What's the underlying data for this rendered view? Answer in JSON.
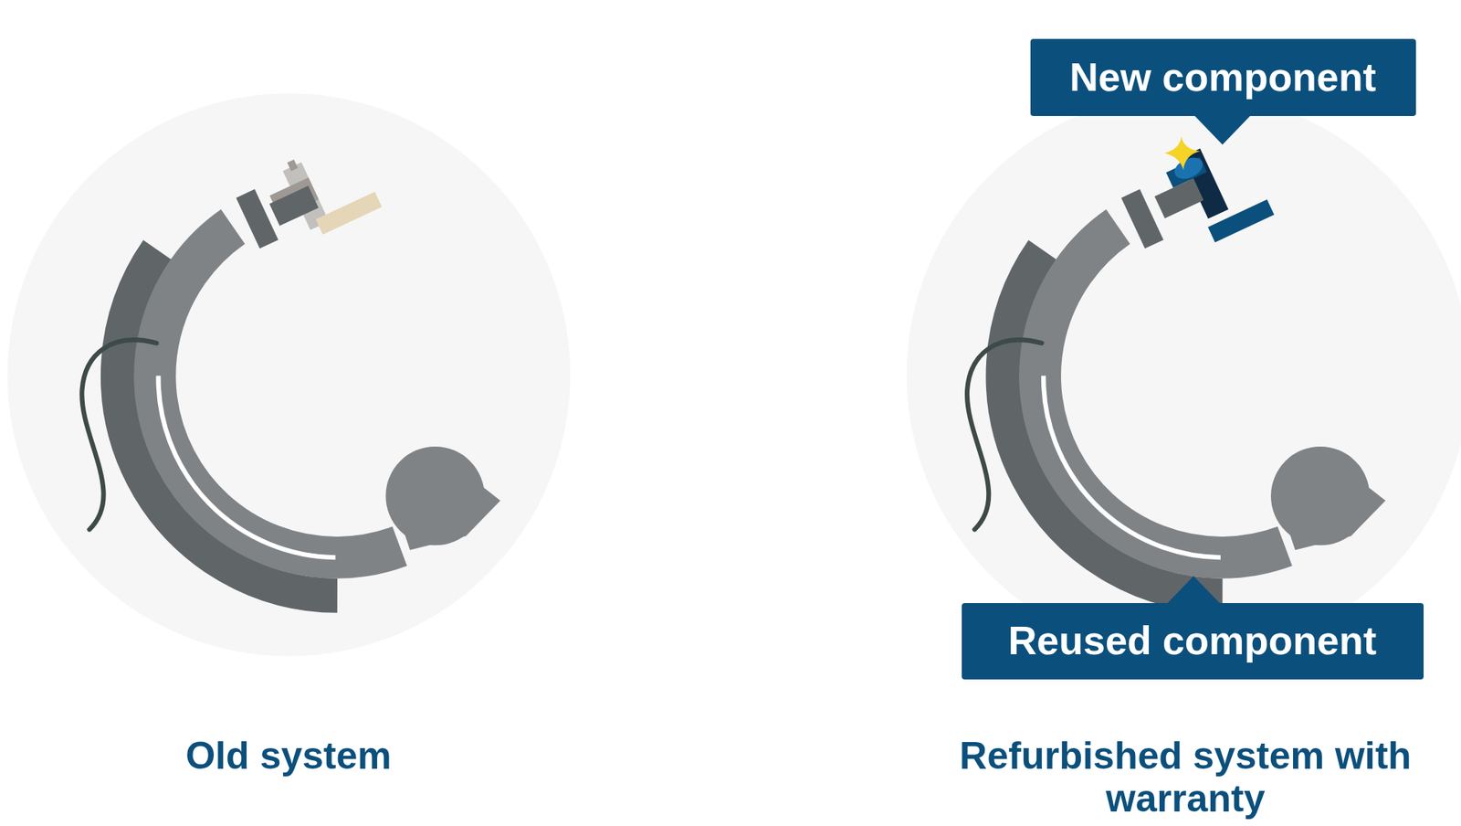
{
  "diagram": {
    "nodes": [
      {
        "text": [
          "New component"
        ]
      },
      {
        "text": [
          "Reused component"
        ]
      }
    ],
    "labels": [
      "Old system",
      "Refurbished system with warranty"
    ]
  }
}
